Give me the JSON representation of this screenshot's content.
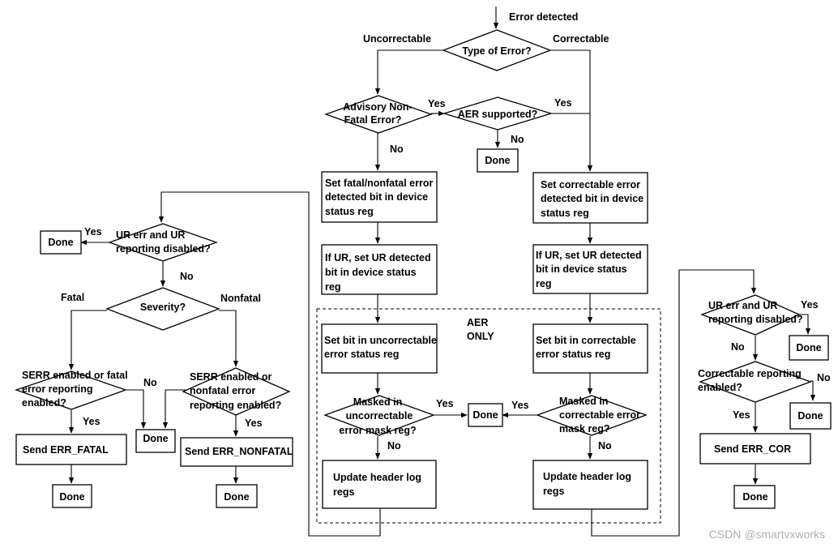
{
  "start": "Error detected",
  "top": {
    "type_q": "Type of Error?",
    "uncorrectable": "Uncorrectable",
    "correctable": "Correctable",
    "advisory_q": [
      "Advisory Non-",
      "Fatal Error?"
    ],
    "aer_q": "AER supported?",
    "yes1": "Yes",
    "yes2": "Yes",
    "no1": "No",
    "no2": "No",
    "done": "Done"
  },
  "uncorr": {
    "set_fatal": [
      "Set fatal/nonfatal error",
      "detected bit in device",
      "status reg"
    ],
    "if_ur": [
      "If UR, set UR detected",
      "bit in device status",
      "reg"
    ],
    "set_bit": [
      "Set bit in uncorrectable",
      "error status reg"
    ],
    "masked_q": [
      "Masked in",
      "uncorrectable",
      "error mask reg?"
    ],
    "yes": "Yes",
    "no": "No",
    "update": [
      "Update header log",
      "regs"
    ]
  },
  "corr": {
    "set_corr": [
      "Set correctable error",
      "detected bit in device",
      "status reg"
    ],
    "if_ur": [
      "If UR, set UR detected",
      "bit in device status",
      "reg"
    ],
    "set_bit": [
      "Set bit in correctable",
      "error status reg"
    ],
    "masked_q": [
      "Masked in",
      "correctable error",
      "mask reg?"
    ],
    "yes": "Yes",
    "no": "No",
    "update": [
      "Update header log",
      "regs"
    ]
  },
  "aer_only": [
    "AER",
    "ONLY"
  ],
  "mid_done": "Done",
  "left": {
    "ur_q": [
      "UR err and UR",
      "reporting disabled?"
    ],
    "yes": "Yes",
    "no": "No",
    "done_top": "Done",
    "severity_q": "Severity?",
    "fatal": "Fatal",
    "nonfatal": "Nonfatal",
    "serr_fatal_q": [
      "SERR enabled or fatal",
      "error reporting",
      "enabled?"
    ],
    "serr_nonfatal_q": [
      "SERR enabled or",
      "nonfatal error",
      "reporting enabled?"
    ],
    "no_a": "No",
    "yes_a": "Yes",
    "yes_b": "Yes",
    "done_mid": "Done",
    "send_fatal": "Send ERR_FATAL",
    "send_nonfatal": "Send ERR_NONFATAL",
    "done_fatal": "Done",
    "done_nonfatal": "Done"
  },
  "right": {
    "ur_q": [
      "UR err and UR",
      "reporting disabled?"
    ],
    "yes": "Yes",
    "no": "No",
    "done1": "Done",
    "corr_q": [
      "Correctable reporting",
      "enabled?"
    ],
    "no2": "No",
    "yes2": "Yes",
    "done2": "Done",
    "send": "Send ERR_COR",
    "done3": "Done"
  },
  "watermark": "CSDN @smartvxworks"
}
